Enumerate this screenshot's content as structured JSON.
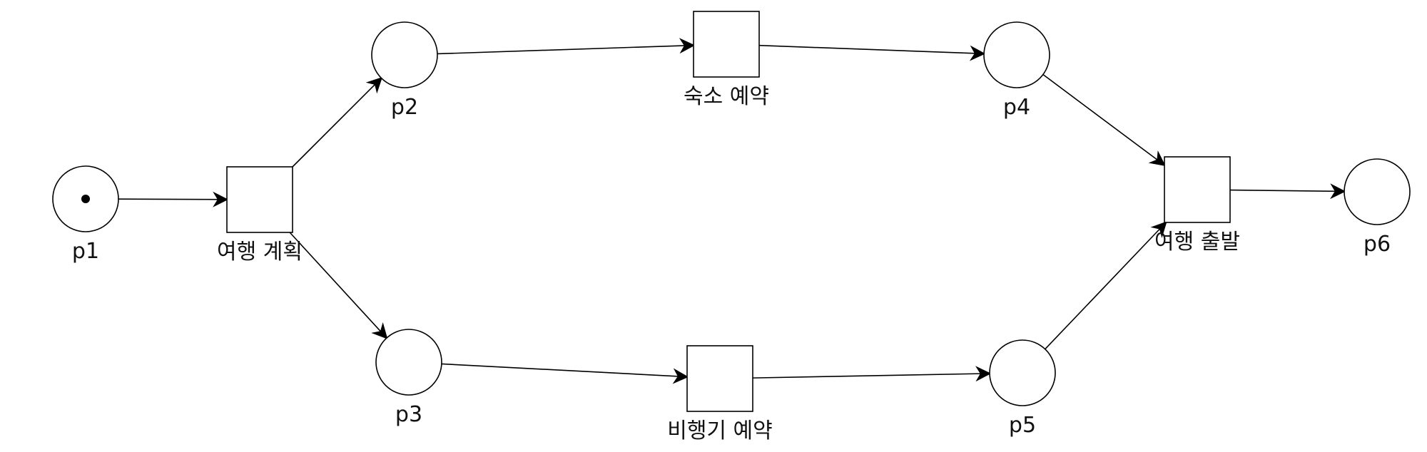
{
  "diagram": {
    "places": [
      {
        "id": "p1",
        "label": "p1",
        "tokens": 1
      },
      {
        "id": "p2",
        "label": "p2",
        "tokens": 0
      },
      {
        "id": "p3",
        "label": "p3",
        "tokens": 0
      },
      {
        "id": "p4",
        "label": "p4",
        "tokens": 0
      },
      {
        "id": "p5",
        "label": "p5",
        "tokens": 0
      },
      {
        "id": "p6",
        "label": "p6",
        "tokens": 0
      }
    ],
    "transitions": [
      {
        "id": "t-plan",
        "label": "여행 계획"
      },
      {
        "id": "t-lodging",
        "label": "숙소 예약"
      },
      {
        "id": "t-flight",
        "label": "비행기 예약"
      },
      {
        "id": "t-depart",
        "label": "여행 출발"
      }
    ],
    "arcs": [
      {
        "from": "p1",
        "to": "t-plan"
      },
      {
        "from": "t-plan",
        "to": "p2"
      },
      {
        "from": "t-plan",
        "to": "p3"
      },
      {
        "from": "p2",
        "to": "t-lodging"
      },
      {
        "from": "t-lodging",
        "to": "p4"
      },
      {
        "from": "p3",
        "to": "t-flight"
      },
      {
        "from": "t-flight",
        "to": "p5"
      },
      {
        "from": "p4",
        "to": "t-depart"
      },
      {
        "from": "p5",
        "to": "t-depart"
      },
      {
        "from": "t-depart",
        "to": "p6"
      }
    ]
  }
}
